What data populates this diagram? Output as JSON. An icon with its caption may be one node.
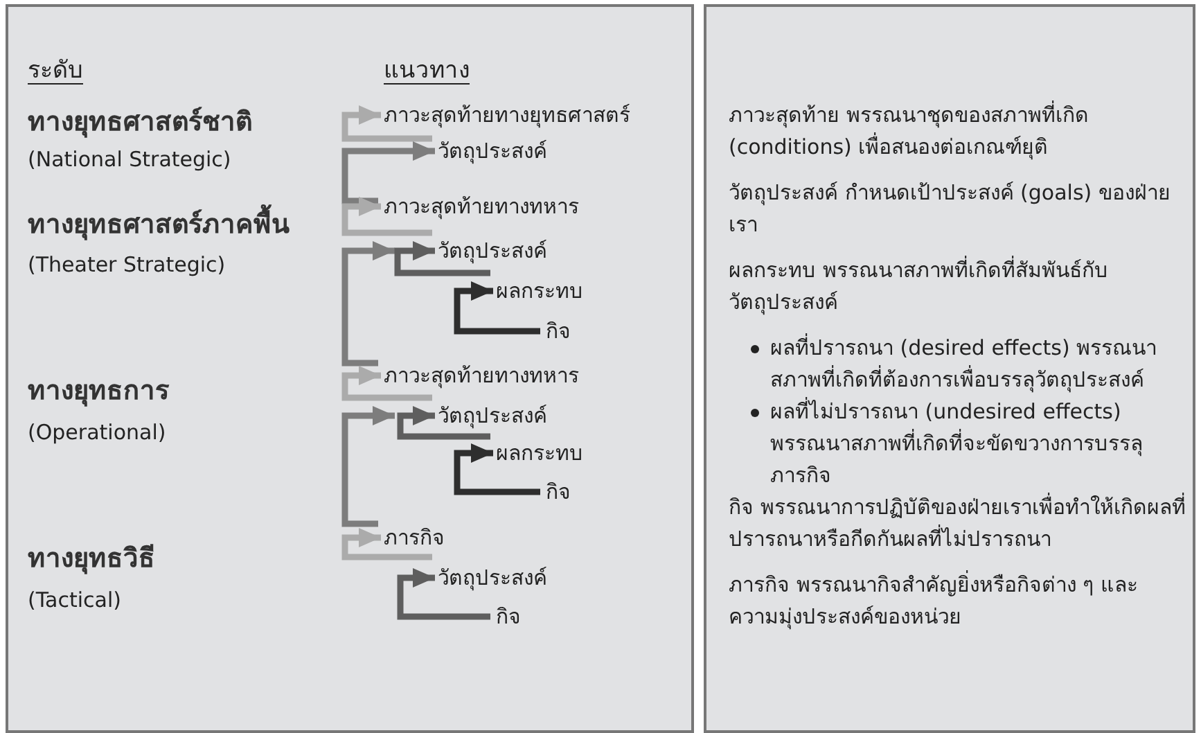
{
  "diagram": {
    "nodes": [
      {
        "text": [
          "ภาวะสุดท้ายทางยุทธศาสตร์"
        ]
      },
      {
        "text": [
          "วัตถุประสงค์"
        ]
      },
      {
        "text": [
          "ภาวะสุดท้ายทางทหาร"
        ]
      },
      {
        "text": [
          "วัตถุประสงค์"
        ]
      },
      {
        "text": [
          "ผลกระทบ"
        ]
      },
      {
        "text": [
          "กิจ"
        ]
      },
      {
        "text": [
          "ภาวะสุดท้ายทางทหาร"
        ]
      },
      {
        "text": [
          "วัตถุประสงค์"
        ]
      },
      {
        "text": [
          "ผลกระทบ"
        ]
      },
      {
        "text": [
          "กิจ"
        ]
      },
      {
        "text": [
          "ภารกิจ"
        ]
      },
      {
        "text": [
          "วัตถุประสงค์"
        ]
      },
      {
        "text": [
          "กิจ"
        ]
      }
    ],
    "edges": [
      {
        "from": 1,
        "to": 0,
        "arrow": "to"
      },
      {
        "from": 2,
        "to": 1,
        "arrow": "to",
        "color": "#7d7d7d"
      },
      {
        "from": 3,
        "to": 2,
        "arrow": "to"
      },
      {
        "from": 6,
        "to": 3,
        "arrow": "to",
        "color": "#7d7d7d"
      },
      {
        "from": 4,
        "to": 3,
        "arrow": "to",
        "color": "#5e5e5e"
      },
      {
        "from": 5,
        "to": 4,
        "arrow": "to",
        "color": "#2e2e2e"
      },
      {
        "from": 7,
        "to": 6,
        "arrow": "to"
      },
      {
        "from": 10,
        "to": 7,
        "arrow": "to",
        "color": "#7d7d7d"
      },
      {
        "from": 8,
        "to": 7,
        "arrow": "to",
        "color": "#5e5e5e"
      },
      {
        "from": 9,
        "to": 8,
        "arrow": "to",
        "color": "#2e2e2e"
      },
      {
        "from": 11,
        "to": 10,
        "arrow": "to"
      },
      {
        "from": 12,
        "to": 11,
        "arrow": "to",
        "color": "#5e5e5e"
      }
    ],
    "labels": [
      "ระดับ",
      "แนวทาง",
      "ทางยุทธศาสตร์ชาติ",
      "(National Strategic)",
      "ทางยุทธศาสตร์ภาคพื้น",
      "(Theater Strategic)",
      "ทางยุทธการ",
      "(Operational)",
      "ทางยุทธวิธี",
      "(Tactical)",
      "ภาวะสุดท้าย พรรณนาชุดของสภาพที่เกิด (conditions) เพื่อสนองต่อเกณฑ์ยุติ",
      "วัตถุประสงค์ กำหนดเป้าประสงค์ (goals) ของฝ่ายเรา",
      "ผลกระทบ พรรณนาสภาพที่เกิดที่สัมพันธ์กับวัตถุประสงค์",
      "ผลที่ปรารถนา (desired effects) พรรณนาสภาพที่เกิดที่ต้องการเพื่อบรรลุวัตถุประสงค์",
      "ผลที่ไม่ปรารถนา (undesired effects) พรรณนาสภาพที่เกิดที่จะขัดขวางการบรรลุภารกิจ",
      "กิจ พรรณนาการปฏิบัติของฝ่ายเราเพื่อทำให้เกิดผลที่ปรารถนาหรือกีดกันผลที่ไม่ปรารถนา",
      "ภารกิจ พรรณนากิจสำคัญยิ่งหรือกิจต่าง ๆ และความมุ่งประสงค์ของหน่วย"
    ]
  }
}
